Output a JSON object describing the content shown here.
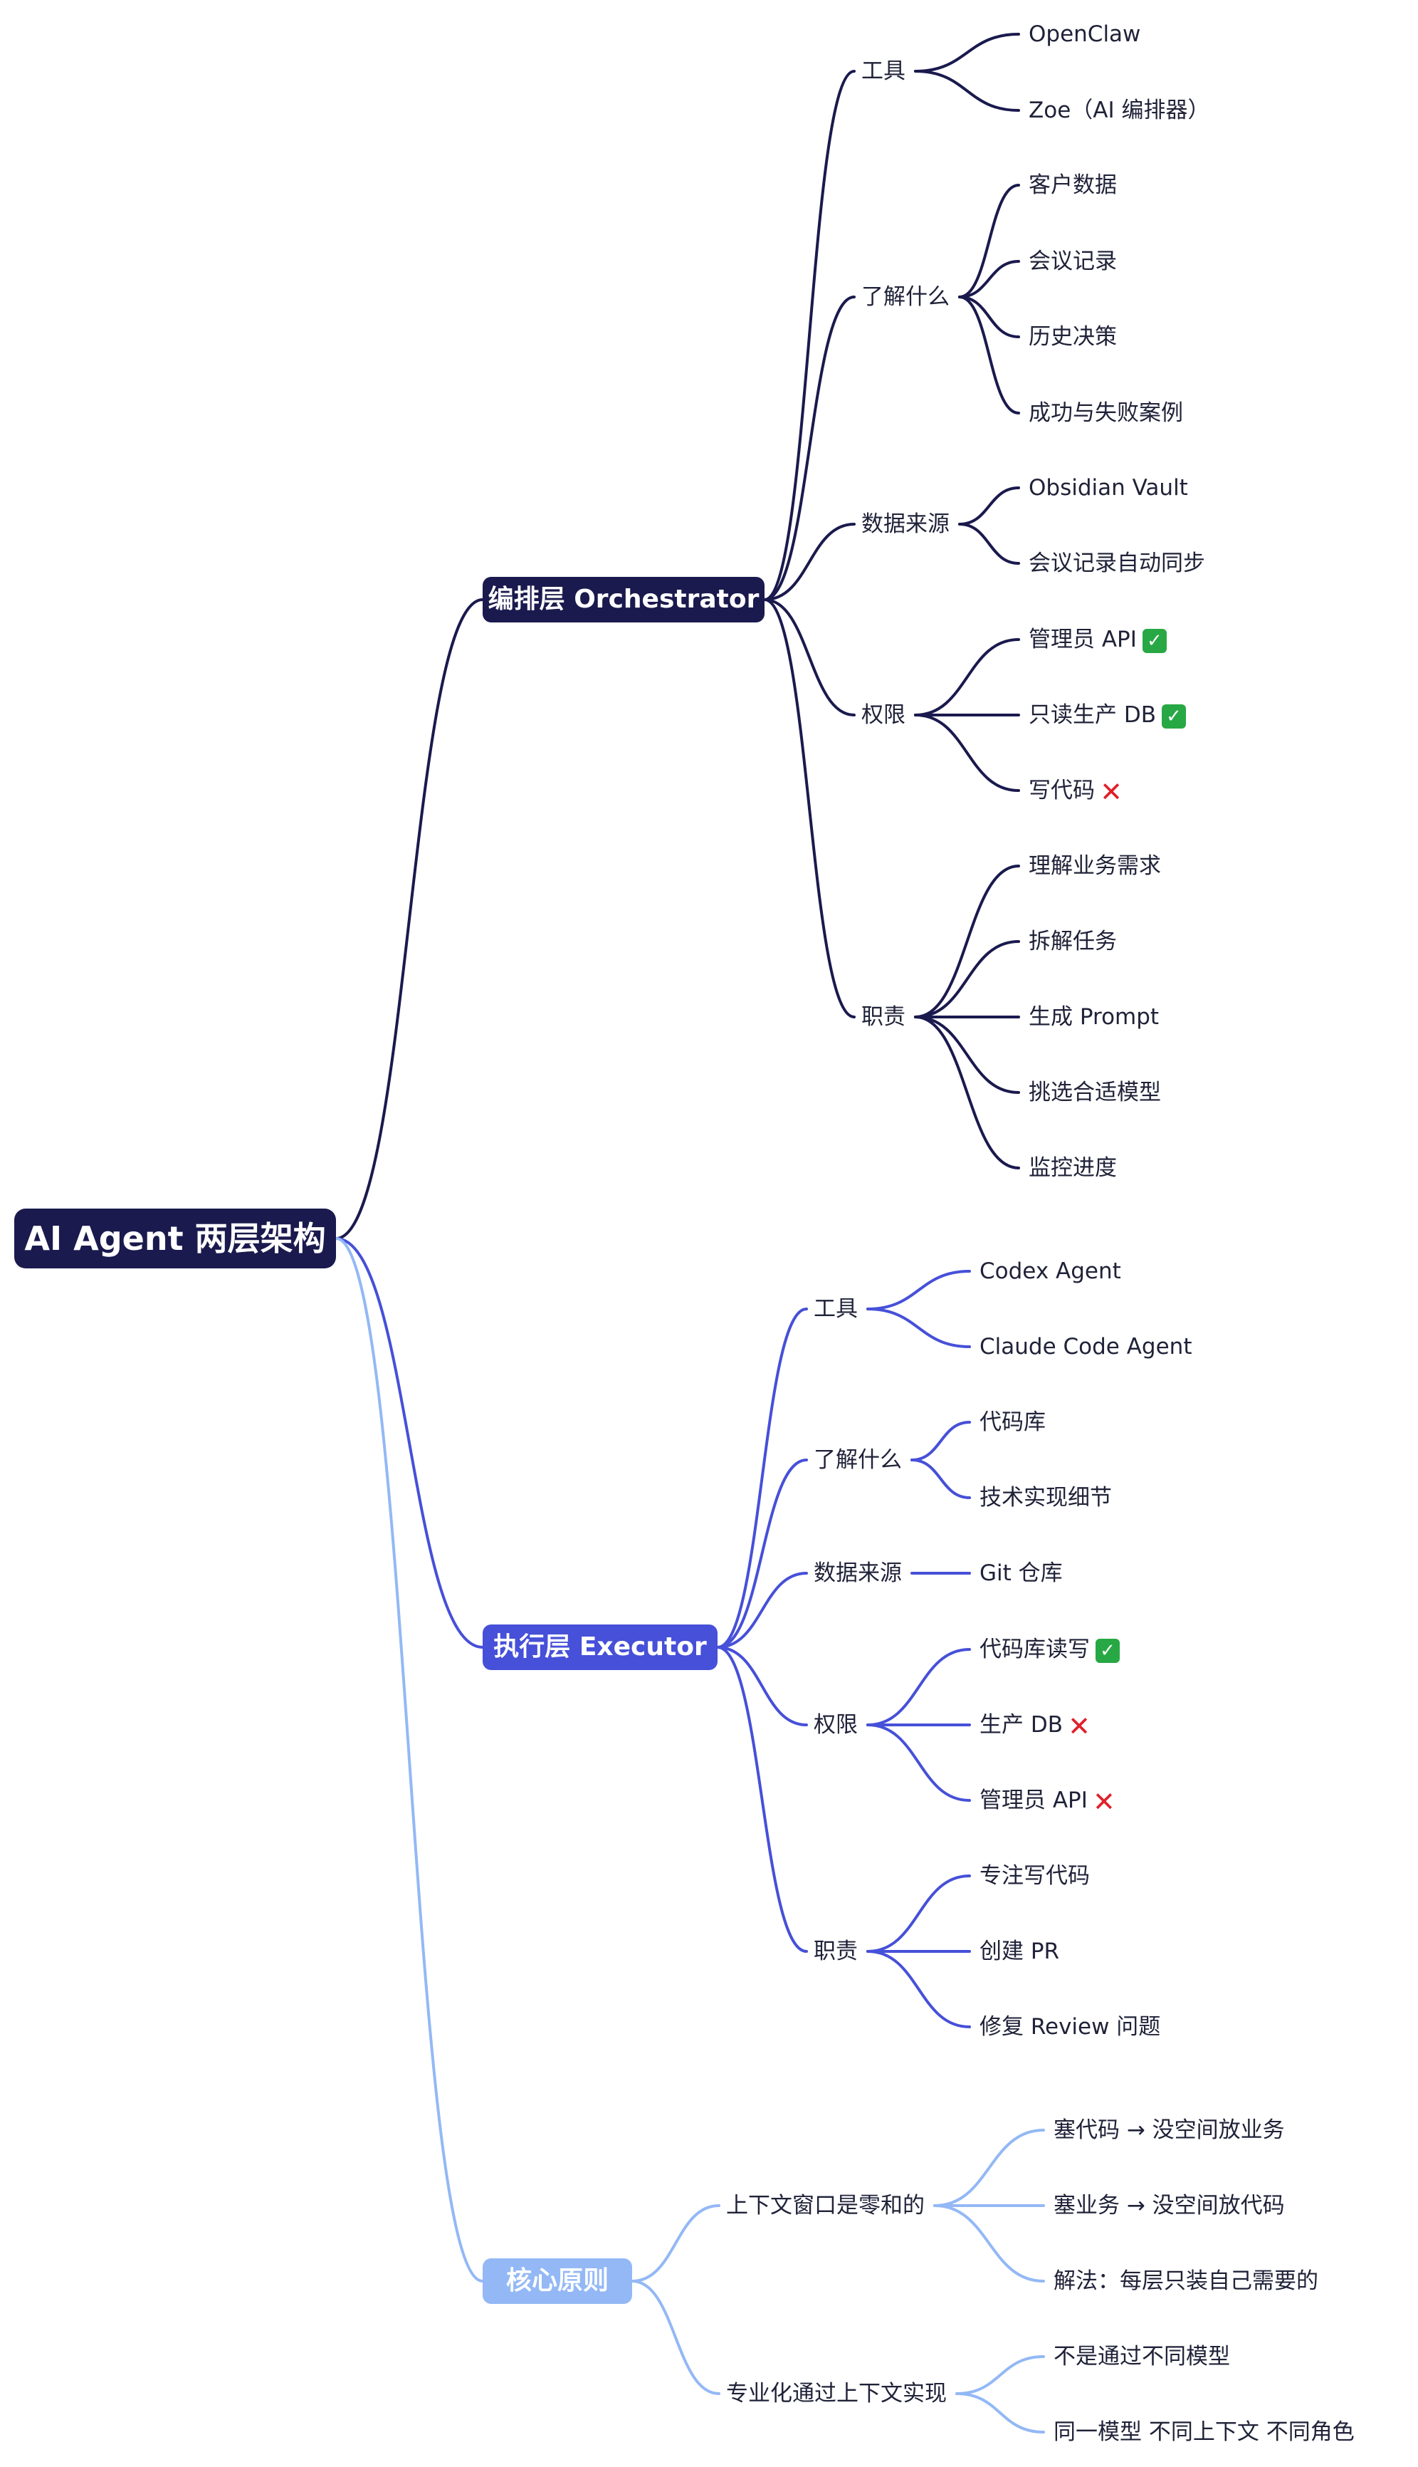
{
  "root": {
    "label": "AI Agent 两层架构"
  },
  "branches": [
    {
      "label": "编排层 Orchestrator",
      "color": "#1a1a4e",
      "children": [
        {
          "label": "工具",
          "children": [
            {
              "label": "OpenClaw"
            },
            {
              "label": "Zoe（AI 编排器）"
            }
          ]
        },
        {
          "label": "了解什么",
          "children": [
            {
              "label": "客户数据"
            },
            {
              "label": "会议记录"
            },
            {
              "label": "历史决策"
            },
            {
              "label": "成功与失败案例"
            }
          ]
        },
        {
          "label": "数据来源",
          "children": [
            {
              "label": "Obsidian Vault"
            },
            {
              "label": "会议记录自动同步"
            }
          ]
        },
        {
          "label": "权限",
          "children": [
            {
              "label": "管理员 API",
              "mark": "ok"
            },
            {
              "label": "只读生产 DB",
              "mark": "ok"
            },
            {
              "label": "写代码",
              "mark": "no"
            }
          ]
        },
        {
          "label": "职责",
          "children": [
            {
              "label": "理解业务需求"
            },
            {
              "label": "拆解任务"
            },
            {
              "label": "生成 Prompt"
            },
            {
              "label": "挑选合适模型"
            },
            {
              "label": "监控进度"
            }
          ]
        }
      ]
    },
    {
      "label": "执行层 Executor",
      "color": "#4650d8",
      "children": [
        {
          "label": "工具",
          "children": [
            {
              "label": "Codex Agent"
            },
            {
              "label": "Claude Code Agent"
            }
          ]
        },
        {
          "label": "了解什么",
          "children": [
            {
              "label": "代码库"
            },
            {
              "label": "技术实现细节"
            }
          ]
        },
        {
          "label": "数据来源",
          "children": [
            {
              "label": "Git 仓库"
            }
          ]
        },
        {
          "label": "权限",
          "children": [
            {
              "label": "代码库读写",
              "mark": "ok"
            },
            {
              "label": "生产 DB",
              "mark": "no"
            },
            {
              "label": "管理员 API",
              "mark": "no"
            }
          ]
        },
        {
          "label": "职责",
          "children": [
            {
              "label": "专注写代码"
            },
            {
              "label": "创建 PR"
            },
            {
              "label": "修复 Review 问题"
            }
          ]
        }
      ]
    },
    {
      "label": "核心原则",
      "color": "#93b8f5",
      "children": [
        {
          "label": "上下文窗口是零和的",
          "children": [
            {
              "label": "塞代码 → 没空间放业务"
            },
            {
              "label": "塞业务 → 没空间放代码"
            },
            {
              "label": "解法：每层只装自己需要的"
            }
          ]
        },
        {
          "label": "专业化通过上下文实现",
          "children": [
            {
              "label": "不是通过不同模型"
            },
            {
              "label": "同一模型 不同上下文 不同角色"
            }
          ]
        }
      ]
    }
  ]
}
